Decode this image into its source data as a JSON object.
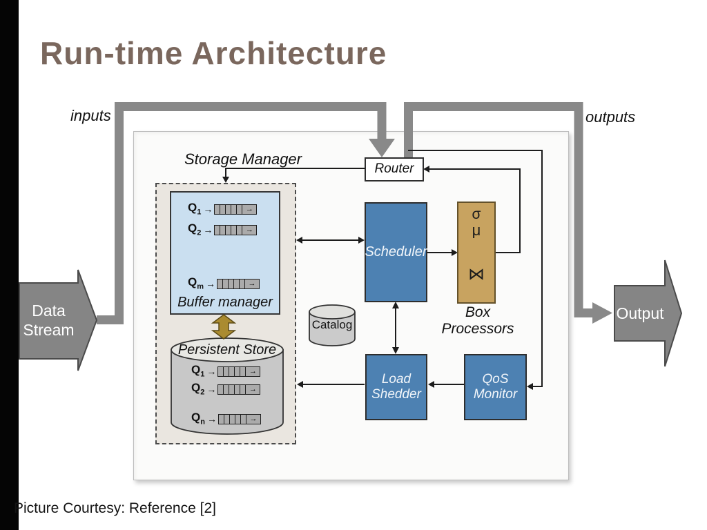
{
  "page": {
    "title": "Run-time Architecture",
    "credit": "Picture Courtesy: Reference [2]"
  },
  "colors": {
    "title_brown": "#7a675d",
    "pipe_gray": "#898989",
    "big_arrow_fill": "#858585",
    "big_arrow_border": "#4a4a4a",
    "blue_box": "#4d81b2",
    "tan_box": "#c8a360",
    "buffer_fill": "#cadff0",
    "region_fill": "#eae6e0",
    "cylinder_fill": "#c8c8c8",
    "gold_arrow": "#aa8b30",
    "sidebar_black": "#050505"
  },
  "glyphs": {
    "queue_arrow": "→",
    "cell_arrow": "→"
  },
  "diagram": {
    "inputs_label": "inputs",
    "outputs_label": "outputs",
    "storage_manager_label": "Storage Manager",
    "router_label": "Router",
    "scheduler_label": "Scheduler",
    "box_processors_label": "Box Processors",
    "operators": [
      "σ",
      "μ",
      "⋈"
    ],
    "catalog_label": "Catalog",
    "load_shedder": [
      "Load",
      "Shedder"
    ],
    "qos_monitor": [
      "QoS",
      "Monitor"
    ],
    "buffer_manager_label": "Buffer manager",
    "persistent_store_label": "Persistent Store",
    "buffer_queues": [
      {
        "base": "Q",
        "sub": "1"
      },
      {
        "base": "Q",
        "sub": "2"
      },
      {
        "base": "Q",
        "sub": "m"
      }
    ],
    "store_queues": [
      {
        "base": "Q",
        "sub": "1"
      },
      {
        "base": "Q",
        "sub": "2"
      },
      {
        "base": "Q",
        "sub": "n"
      }
    ],
    "data_stream": [
      "Data",
      "Stream"
    ],
    "output_label": "Output"
  }
}
